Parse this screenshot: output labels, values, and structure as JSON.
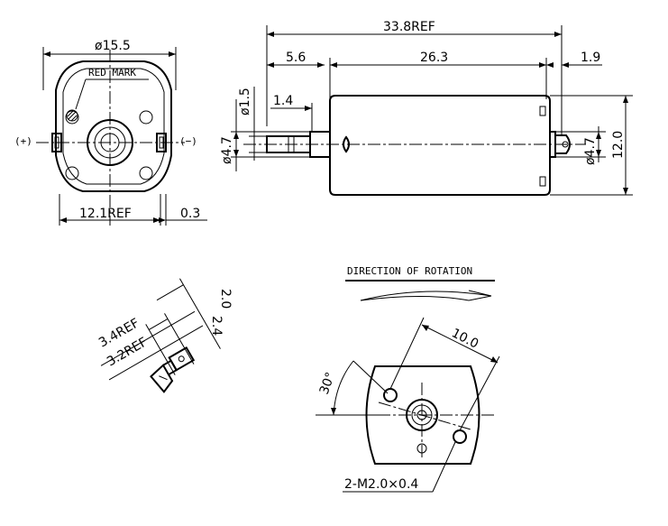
{
  "drawing": {
    "labels": {
      "front_diameter": "ø15.5",
      "red_mark": "RED MARK",
      "terminal_positive": "(+)",
      "terminal_negative": "(−)",
      "front_width_ref": "12.1REF",
      "front_offset": "0.3",
      "overall_length_ref": "33.8REF",
      "shaft_length": "5.6",
      "body_length": "26.3",
      "rear_length": "1.9",
      "shaft_diameter": "ø1.5",
      "shaft_flat": "1.4",
      "boss_diameter": "ø4.7",
      "rear_boss_diameter": "ø4.7",
      "body_height": "12.0",
      "terminal_ref_a": "3.4REF",
      "terminal_ref_b": "3.2REF",
      "terminal_width_a": "2.4",
      "terminal_width_b": "2.0",
      "rotation_title": "DIRECTION OF ROTATION",
      "hole_spacing": "10.0",
      "hole_angle": "30°",
      "screw_spec": "2-M2.0×0.4"
    }
  }
}
